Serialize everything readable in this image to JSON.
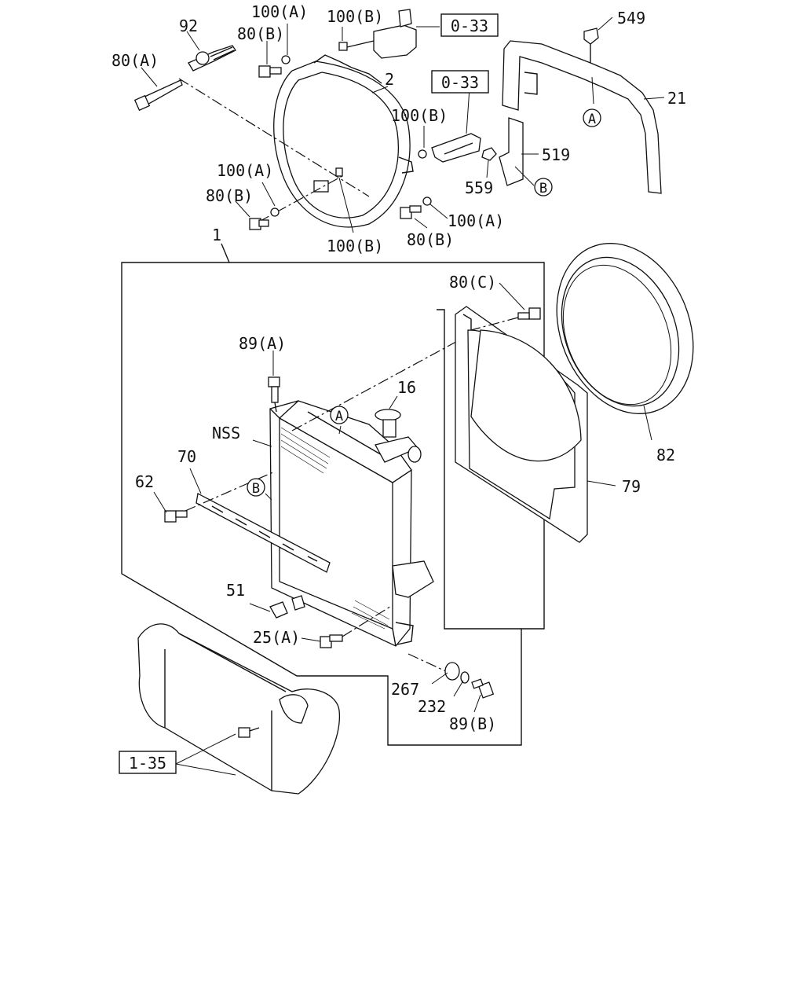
{
  "diagram": {
    "part_labels": {
      "p92": "92",
      "p100a_top": "100(A)",
      "p100b_top": "100(B)",
      "p80b_top": "80(B)",
      "p80a": "80(A)",
      "p2": "2",
      "p100b_mid": "100(B)",
      "p100a_left": "100(A)",
      "p80b_left": "80(B)",
      "p100b_low": "100(B)",
      "p80b_low": "80(B)",
      "p100a_right": "100(A)",
      "p549": "549",
      "p21": "21",
      "p519": "519",
      "p559": "559",
      "p1": "1",
      "p80c": "80(C)",
      "p89a": "89(A)",
      "p16": "16",
      "pnss": "NSS",
      "p70": "70",
      "p62": "62",
      "p82": "82",
      "p79": "79",
      "p51": "51",
      "p25a": "25(A)",
      "p267": "267",
      "p232": "232",
      "p89b": "89(B)"
    },
    "callouts": {
      "a_top": "A",
      "b_top": "B",
      "a_mid": "A",
      "b_mid": "B"
    },
    "ref_boxes": {
      "ref_033_top": "0-33",
      "ref_033_mid": "0-33",
      "ref_135": "1-35"
    }
  }
}
